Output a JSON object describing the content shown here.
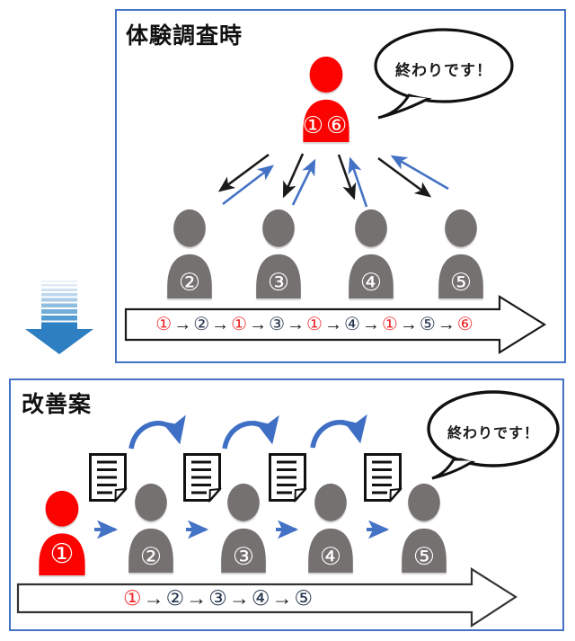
{
  "colors": {
    "panel_border": "#4472c4",
    "leader_red": "#fb0300",
    "member_gray": "#757171",
    "flow_blue": "#4472c4",
    "arrow_black": "#1a1a1a",
    "sequence_red": "#ee2b2e",
    "sequence_dark": "#24344d",
    "down_arrow_blue": "#2e7fc2"
  },
  "before": {
    "title": "体験調査時",
    "bubble_text": "終わりです！",
    "leader_label": "①⑥",
    "members": [
      "②",
      "③",
      "④",
      "⑤"
    ],
    "sequence": [
      {
        "t": "①",
        "c": "#ee2b2e"
      },
      {
        "t": "→",
        "c": "#1a1a1a"
      },
      {
        "t": "②",
        "c": "#24344d"
      },
      {
        "t": "→",
        "c": "#1a1a1a"
      },
      {
        "t": "①",
        "c": "#ee2b2e"
      },
      {
        "t": "→",
        "c": "#1a1a1a"
      },
      {
        "t": "③",
        "c": "#24344d"
      },
      {
        "t": "→",
        "c": "#1a1a1a"
      },
      {
        "t": "①",
        "c": "#ee2b2e"
      },
      {
        "t": "→",
        "c": "#1a1a1a"
      },
      {
        "t": "④",
        "c": "#24344d"
      },
      {
        "t": "→",
        "c": "#1a1a1a"
      },
      {
        "t": "①",
        "c": "#ee2b2e"
      },
      {
        "t": "→",
        "c": "#1a1a1a"
      },
      {
        "t": "⑤",
        "c": "#24344d"
      },
      {
        "t": "→",
        "c": "#1a1a1a"
      },
      {
        "t": "⑥",
        "c": "#ee2b2e"
      }
    ]
  },
  "after": {
    "title": "改善案",
    "bubble_text": "終わりです！",
    "leader_label": "①",
    "members": [
      "②",
      "③",
      "④",
      "⑤"
    ],
    "document_count": 4,
    "sequence": [
      {
        "t": "①",
        "c": "#ee2b2e"
      },
      {
        "t": "→",
        "c": "#1a1a1a"
      },
      {
        "t": "②",
        "c": "#24344d"
      },
      {
        "t": "→",
        "c": "#1a1a1a"
      },
      {
        "t": "③",
        "c": "#24344d"
      },
      {
        "t": "→",
        "c": "#1a1a1a"
      },
      {
        "t": "④",
        "c": "#24344d"
      },
      {
        "t": "→",
        "c": "#1a1a1a"
      },
      {
        "t": "⑤",
        "c": "#24344d"
      }
    ]
  }
}
